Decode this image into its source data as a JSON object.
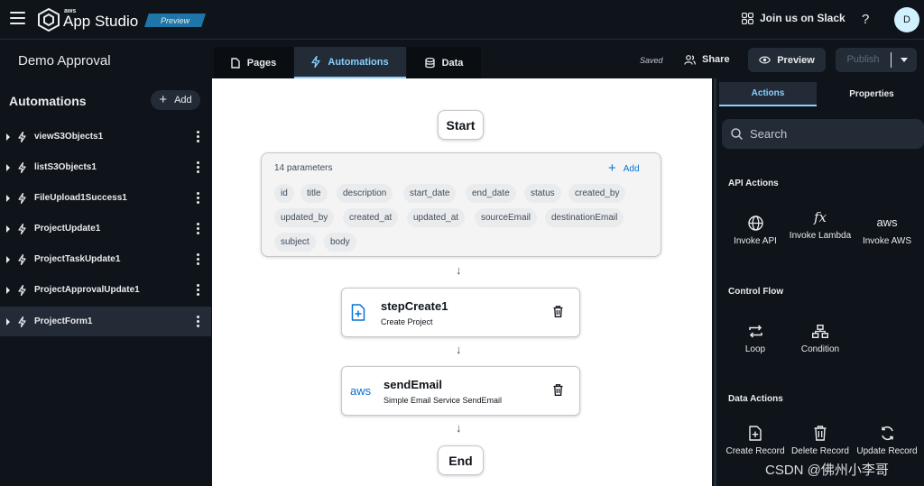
{
  "header": {
    "brand_small": "aws",
    "brand": "App Studio",
    "badge": "Preview",
    "slack": "Join us on Slack",
    "help": "?",
    "avatar_initial": "D"
  },
  "toolbar": {
    "app_name": "Demo Approval",
    "tabs": [
      {
        "label": "Pages",
        "icon": "page-icon"
      },
      {
        "label": "Automations",
        "icon": "bolt-icon",
        "active": true
      },
      {
        "label": "Data",
        "icon": "database-icon"
      }
    ],
    "status": "Saved",
    "share": "Share",
    "preview": "Preview",
    "publish": "Publish"
  },
  "sidebar": {
    "title": "Automations",
    "add_label": "Add",
    "items": [
      {
        "label": "viewS3Objects1"
      },
      {
        "label": "listS3Objects1"
      },
      {
        "label": "FileUpload1Success1"
      },
      {
        "label": "ProjectUpdate1"
      },
      {
        "label": "ProjectTaskUpdate1"
      },
      {
        "label": "ProjectApprovalUpdate1"
      },
      {
        "label": "ProjectForm1",
        "active": true
      }
    ]
  },
  "canvas": {
    "start": "Start",
    "end": "End",
    "params": {
      "count_label": "14 parameters",
      "add_label": "Add",
      "chips": [
        "id",
        "title",
        "description",
        "start_date",
        "end_date",
        "status",
        "created_by",
        "updated_by",
        "created_at",
        "updated_at",
        "sourceEmail",
        "destinationEmail",
        "subject",
        "body"
      ]
    },
    "arrow": "↓",
    "steps": [
      {
        "title": "stepCreate1",
        "subtitle": "Create Project",
        "icon": "file-plus-icon"
      },
      {
        "title": "sendEmail",
        "subtitle": "Simple Email Service SendEmail",
        "icon": "aws-logo-icon",
        "icon_text": "aws"
      }
    ]
  },
  "right_panel": {
    "tabs": [
      {
        "label": "Actions",
        "active": true
      },
      {
        "label": "Properties"
      }
    ],
    "search_placeholder": "Search",
    "sections": [
      {
        "title": "API Actions",
        "actions": [
          {
            "label": "Invoke API",
            "icon": "globe-icon"
          },
          {
            "label": "Invoke Lambda",
            "icon": "function-icon",
            "glyph": "fx"
          },
          {
            "label": "Invoke AWS",
            "icon": "aws-icon",
            "glyph": "aws"
          }
        ]
      },
      {
        "title": "Control Flow",
        "actions": [
          {
            "label": "Loop",
            "icon": "loop-icon"
          },
          {
            "label": "Condition",
            "icon": "condition-icon"
          }
        ]
      },
      {
        "title": "Data Actions",
        "actions": [
          {
            "label": "Create Record",
            "icon": "file-plus-icon"
          },
          {
            "label": "Delete Record",
            "icon": "trash-icon"
          },
          {
            "label": "Update Record",
            "icon": "refresh-icon"
          }
        ]
      }
    ]
  },
  "watermark": "CSDN @佛州小李哥",
  "colors": {
    "background": "#0f141a",
    "panel": "#232b37",
    "accent": "#89d0ff",
    "link": "#0972d3",
    "badge": "#1d75a8"
  }
}
